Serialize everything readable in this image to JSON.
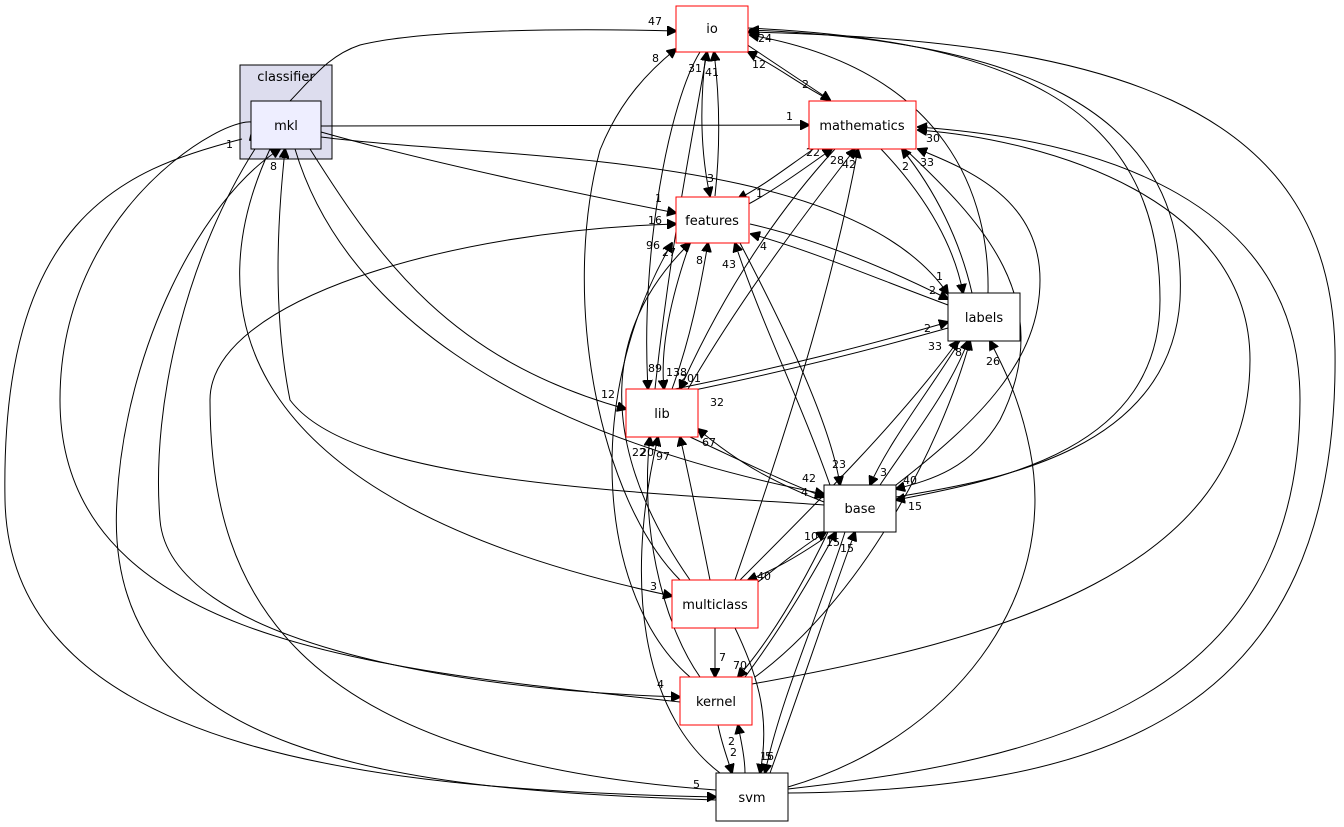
{
  "cluster": {
    "label": "classifier"
  },
  "colors": {
    "red_border": "#ff0000",
    "black_border": "#000000",
    "cluster_fill": "#ddddee",
    "mkl_fill": "#eeeeff"
  },
  "nodes": {
    "io": "io",
    "mathematics": "mathematics",
    "features": "features",
    "labels": "labels",
    "lib": "lib",
    "base": "base",
    "multiclass": "multiclass",
    "kernel": "kernel",
    "svm": "svm",
    "mkl": "mkl"
  },
  "edge_labels": [
    "47",
    "8",
    "31",
    "41",
    "12",
    "2",
    "24",
    "1",
    "3",
    "1",
    "16",
    "96",
    "27",
    "8",
    "43",
    "4",
    "22",
    "28",
    "42",
    "2",
    "33",
    "30",
    "1",
    "1",
    "2",
    "2",
    "33",
    "8",
    "26",
    "12",
    "89",
    "138",
    "201",
    "32",
    "22",
    "20",
    "97",
    "67",
    "42",
    "4",
    "23",
    "3",
    "40",
    "15",
    "10",
    "15",
    "15",
    "40",
    "3",
    "7",
    "70",
    "4",
    "2",
    "2",
    "16",
    "5",
    "5",
    "1",
    "8"
  ]
}
